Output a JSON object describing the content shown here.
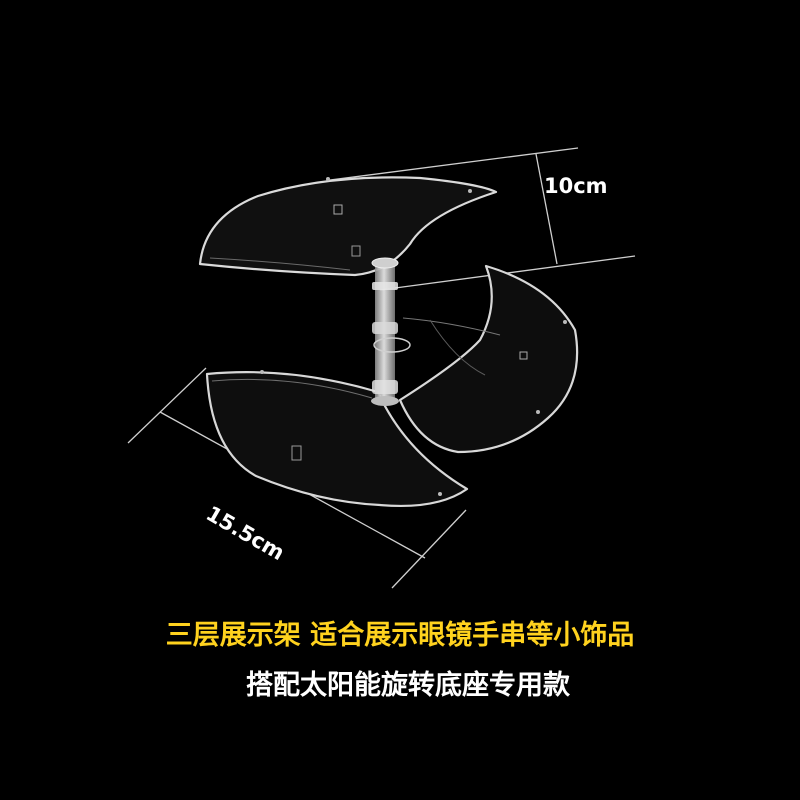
{
  "dimensions": {
    "height_label": "10cm",
    "width_label": "15.5cm"
  },
  "caption": {
    "line1": "三层展示架 适合展示眼镜手串等小饰品",
    "line2": "搭配太阳能旋转底座专用款"
  },
  "colors": {
    "background": "#000000",
    "caption_line1": "#ffd21e",
    "caption_line2": "#ffffff",
    "acrylic_edge": "#d8d8d8",
    "dimension_line": "#cfcfcf"
  }
}
